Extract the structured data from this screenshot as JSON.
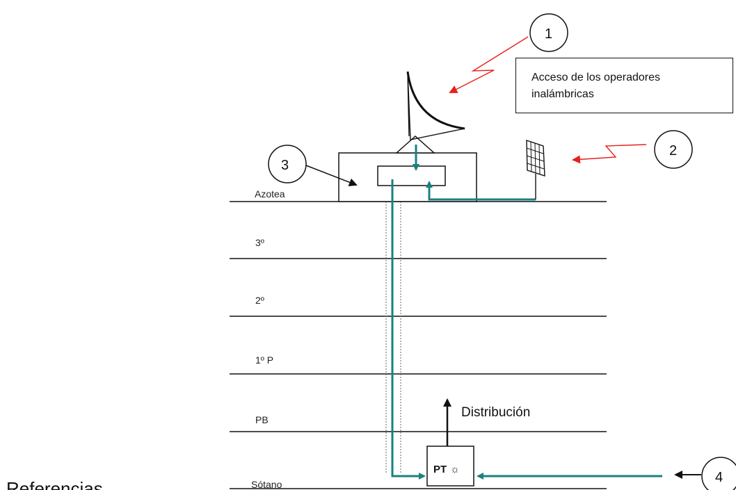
{
  "floors": [
    "Azotea",
    "3º",
    "2º",
    "1º P",
    "PB",
    "Sótano"
  ],
  "callouts": {
    "c1": "1",
    "c2": "2",
    "c3": "3",
    "c4": "4"
  },
  "operators_box": {
    "line1": "Acceso de los operadores",
    "line2": "inalámbricas"
  },
  "distribution_label": "Distribución",
  "pt_label": "PT",
  "pt_symbol": "☼",
  "references_label": "Referencias",
  "colors": {
    "cable": "#1a8080",
    "wireless_signal": "#e8201a",
    "lines": "#111111"
  }
}
